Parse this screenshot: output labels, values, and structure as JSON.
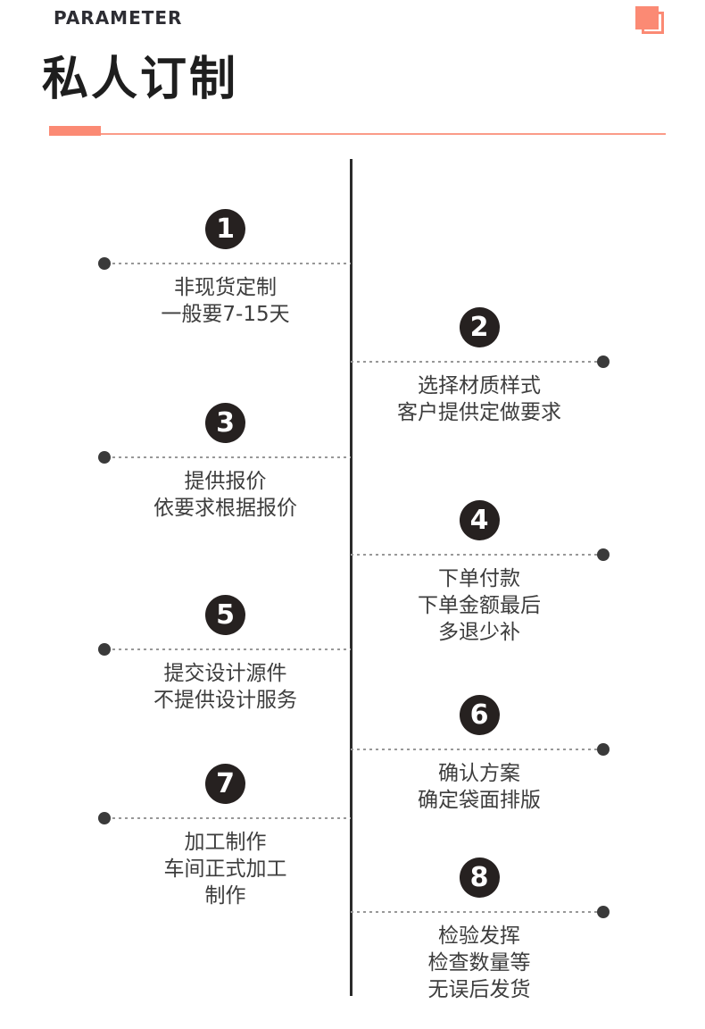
{
  "header": {
    "eyebrow": "PARAMETER",
    "title": "私人订制"
  },
  "accent_color": "#fb8a74",
  "timeline": {
    "steps": [
      {
        "number": "1",
        "side": "left",
        "lines": [
          "非现货定制",
          "一般要7-15天"
        ]
      },
      {
        "number": "2",
        "side": "right",
        "lines": [
          "选择材质样式",
          "客户提供定做要求"
        ]
      },
      {
        "number": "3",
        "side": "left",
        "lines": [
          "提供报价",
          "依要求根据报价"
        ]
      },
      {
        "number": "4",
        "side": "right",
        "lines": [
          "下单付款",
          "下单金额最后",
          "多退少补"
        ]
      },
      {
        "number": "5",
        "side": "left",
        "lines": [
          "提交设计源件",
          "不提供设计服务"
        ]
      },
      {
        "number": "6",
        "side": "right",
        "lines": [
          "确认方案",
          "确定袋面排版"
        ]
      },
      {
        "number": "7",
        "side": "left",
        "lines": [
          "加工制作",
          "车间正式加工",
          "制作"
        ]
      },
      {
        "number": "8",
        "side": "right",
        "lines": [
          "检验发挥",
          "检查数量等",
          "无误后发货"
        ]
      }
    ]
  }
}
